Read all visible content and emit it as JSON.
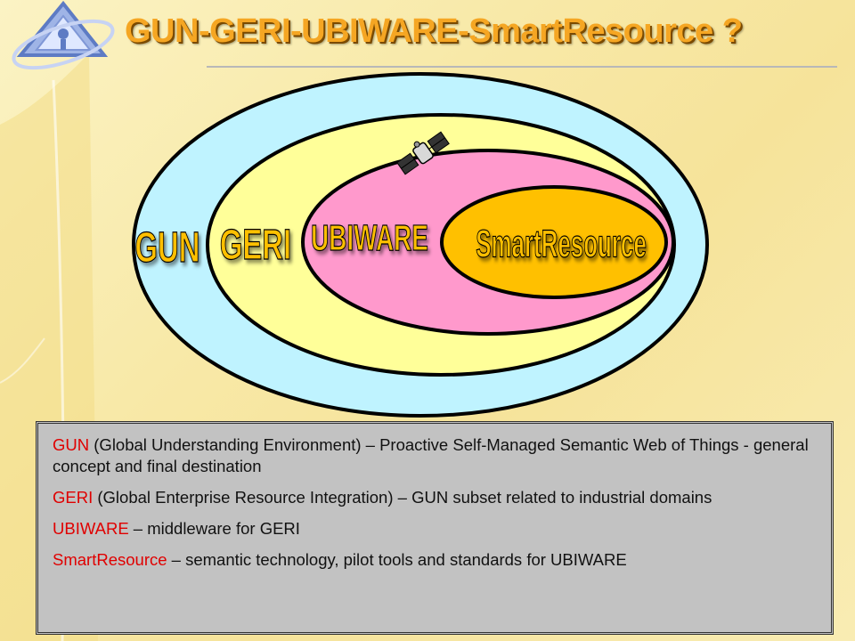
{
  "title": "GUN-GERI-UBIWARE-SmartResource ?",
  "diagram": {
    "labels": {
      "gun": "GUN",
      "geri": "GERI",
      "ubiware": "UBIWARE",
      "smartresource": "SmartResource"
    },
    "colors": {
      "gun": "#bff3ff",
      "geri": "#ffff99",
      "ubiware": "#ff99cc",
      "smartresource": "#ffc000",
      "label_text": "#ffc000",
      "title_text": "#f5a623",
      "term_text": "#e00000",
      "legend_bg": "#c2c2c2"
    },
    "icons": [
      "logo-icon",
      "satellite-icon"
    ]
  },
  "legend": [
    {
      "term": "GUN",
      "text": " (Global Understanding Environment) – Proactive Self-Managed Semantic Web of Things - general concept and final destination"
    },
    {
      "term": "GERI",
      "text": " (Global Enterprise Resource Integration) – GUN subset related to industrial domains"
    },
    {
      "term": "UBIWARE",
      "text": " – middleware for GERI"
    },
    {
      "term": "SmartResource",
      "text": " – semantic technology, pilot tools and standards for UBIWARE"
    }
  ]
}
